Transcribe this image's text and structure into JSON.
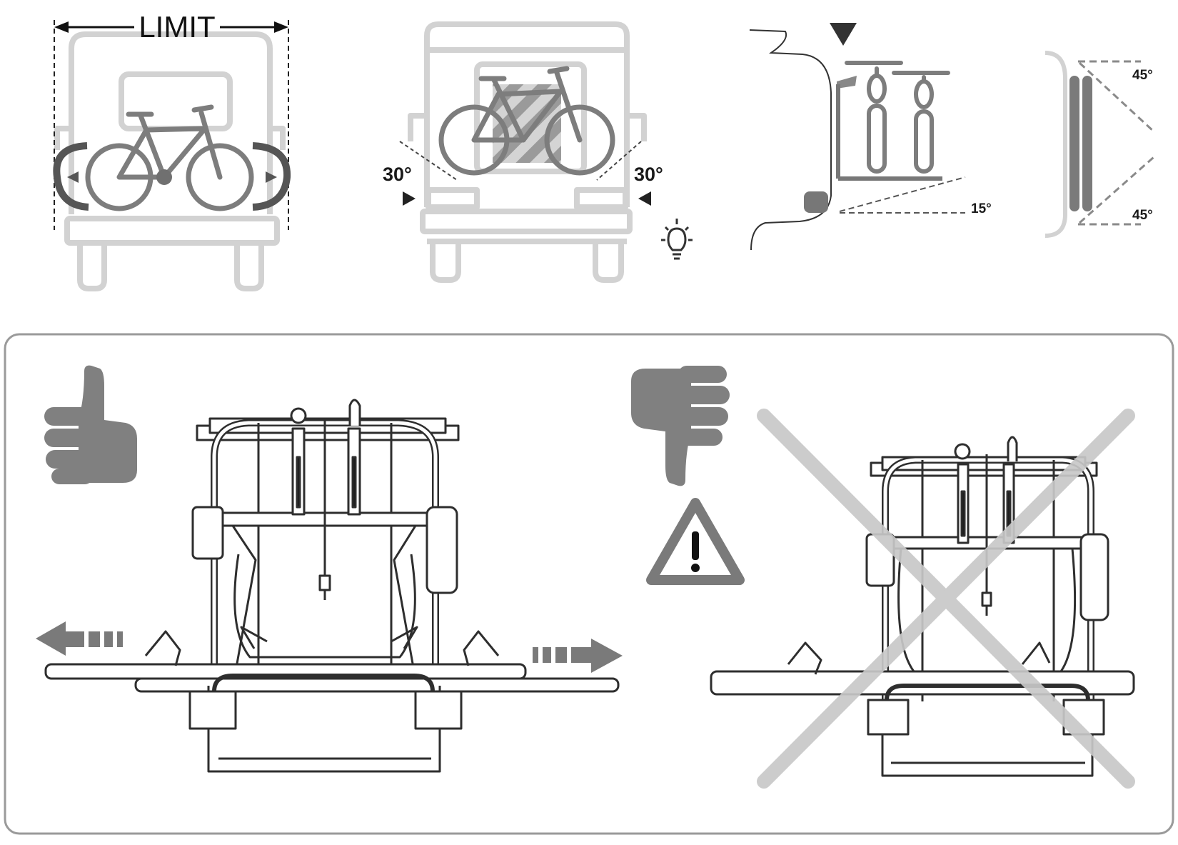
{
  "panels": {
    "width_limit": {
      "label": "LIMIT"
    },
    "lights": {
      "left_angle": "30°",
      "right_angle": "30°",
      "icon": "light-bulb-icon"
    },
    "side_view": {
      "angle": "15°"
    },
    "folded_view": {
      "top_angle": "45°",
      "bottom_angle": "45°"
    }
  },
  "correct": {
    "icon": "thumbs-up-icon"
  },
  "incorrect": {
    "icons": [
      "thumbs-down-icon",
      "warning-triangle-icon",
      "cross-out-mark"
    ]
  },
  "colors": {
    "stroke": "#3a3a3a",
    "grey": "#808080",
    "light": "#cfcfcf",
    "cross": "#c8c8c8"
  }
}
